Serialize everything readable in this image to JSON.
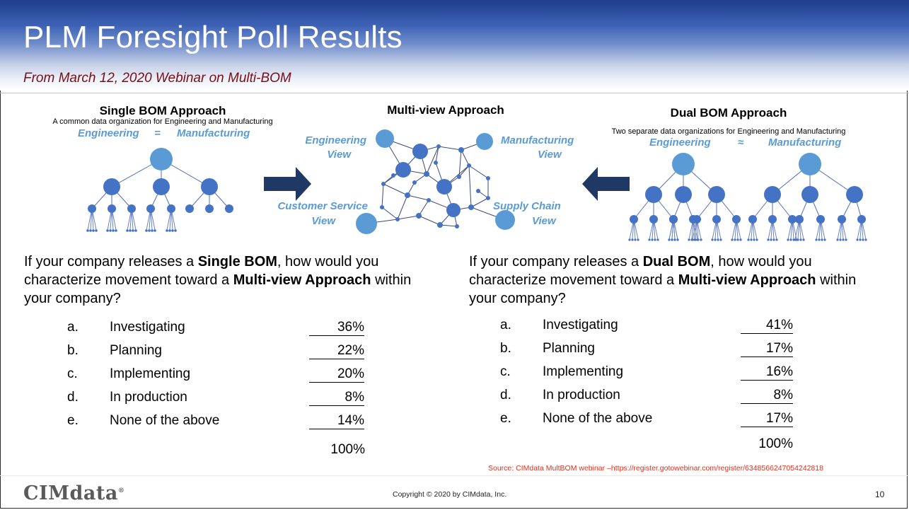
{
  "slide": {
    "title": "PLM Foresight Poll Results",
    "subtitle": "From March 12, 2020 Webinar on Multi-BOM"
  },
  "diagrams": {
    "single": {
      "title": "Single BOM Approach",
      "subtitle": "A common data organization for Engineering and Manufacturing",
      "label_left": "Engineering",
      "relation": "=",
      "label_right": "Manufacturing"
    },
    "multi": {
      "title": "Multi-view Approach",
      "engineering_view": [
        "Engineering",
        "View"
      ],
      "manufacturing_view": [
        "Manufacturing",
        "View"
      ],
      "customer_view": [
        "Customer Service",
        "View"
      ],
      "supply_view": [
        "Supply Chain",
        "View"
      ]
    },
    "dual": {
      "title": "Dual BOM Approach",
      "subtitle": "Two separate data organizations for Engineering and Manufacturing",
      "label_left": "Engineering",
      "relation": "≈",
      "label_right": "Manufacturing"
    }
  },
  "polls": {
    "single": {
      "question_pre": "If your company releases a ",
      "question_bold1": "Single BOM",
      "question_mid": ", how would you characterize movement toward a ",
      "question_bold2": "Multi-view Approach",
      "question_post": " within your company?",
      "answers": [
        {
          "letter": "a.",
          "label": "Investigating",
          "value": "36%"
        },
        {
          "letter": "b.",
          "label": "Planning",
          "value": "22%"
        },
        {
          "letter": "c.",
          "label": "Implementing",
          "value": "20%"
        },
        {
          "letter": "d.",
          "label": "In production",
          "value": "8%"
        },
        {
          "letter": "e.",
          "label": "None of the above",
          "value": "14%"
        }
      ],
      "total": "100%"
    },
    "dual": {
      "question_pre": "If your company releases a ",
      "question_bold1": "Dual BOM",
      "question_mid": ", how would you characterize movement toward a ",
      "question_bold2": "Multi-view Approach",
      "question_post": " within your company?",
      "answers": [
        {
          "letter": "a.",
          "label": "Investigating",
          "value": "41%"
        },
        {
          "letter": "b.",
          "label": "Planning",
          "value": "17%"
        },
        {
          "letter": "c.",
          "label": "Implementing",
          "value": "16%"
        },
        {
          "letter": "d.",
          "label": "In production",
          "value": "8%"
        },
        {
          "letter": "e.",
          "label": "None of the above",
          "value": "17%"
        }
      ],
      "total": "100%"
    }
  },
  "footer": {
    "source": "Source: CIMdata MultBOM webinar –https://register.gotowebinar.com/register/6348566247054242818",
    "logo": "CIMdata",
    "logo_mark": "®",
    "copyright": "Copyright © 2020 by CIMdata, Inc.",
    "page_number": "10"
  },
  "colors": {
    "node_light": "#5b9bd5",
    "node_dark": "#4472c4",
    "arrow": "#1f3864",
    "accent_label": "#5b9bd5",
    "subtitle": "#7b0d15",
    "source": "#e0301e"
  }
}
